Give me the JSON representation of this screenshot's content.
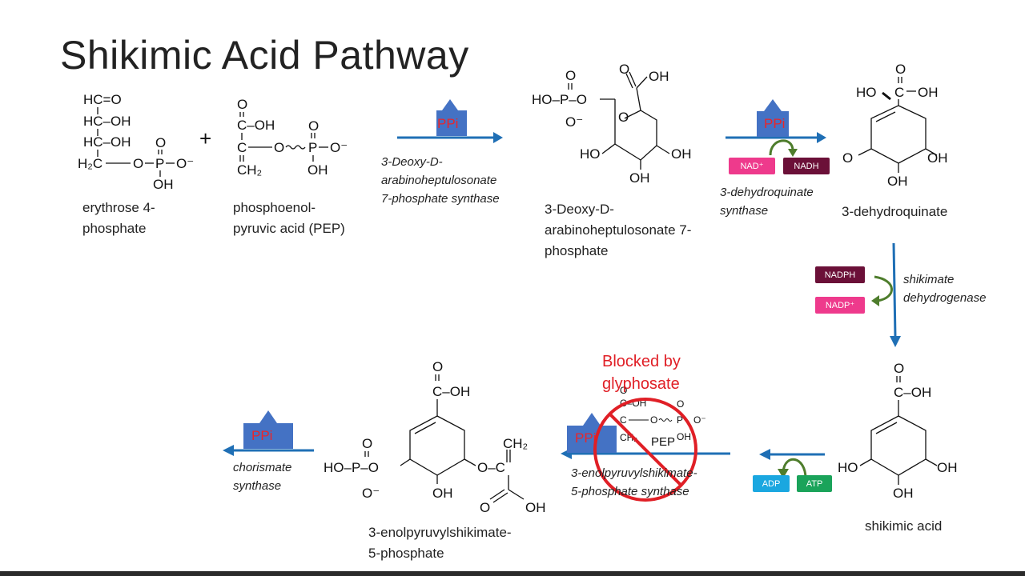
{
  "title": "Shikimic Acid Pathway",
  "plus": "+",
  "compounds": {
    "e4p": "erythrose 4-\nphosphate",
    "pep": "phosphoenol-\npyruvic acid (PEP)",
    "dahp": "3-Deoxy-D-\narabinoheptulosonate 7-\nphosphate",
    "dhq": "3-dehydroquinate",
    "shikimic": "shikimic acid",
    "epsp": "3-enolpyruvylshikimate-\n5-phosphate"
  },
  "enzymes": {
    "dahp_synthase": "3-Deoxy-D-\narabinoheptulosonate\n7-phosphate synthase",
    "dhq_synthase": "3-dehydroquinate\nsynthase",
    "sdh": "shikimate\ndehydrogenase",
    "epsp_synthase": "3-enolpyruvylshikimate-\n5-phosphate synthase",
    "chorismate_synthase": "chorismate\nsynthase"
  },
  "byproducts": {
    "ppi": "PPi",
    "pep_short": "PEP"
  },
  "cofactors": {
    "nad": "NAD⁺",
    "nadh": "NADH",
    "nadph": "NADPH",
    "nadp": "NADP⁺",
    "adp": "ADP",
    "atp": "ATP"
  },
  "blocked": "Blocked by\nglyphosate",
  "colors": {
    "arrow": "#1f6fb5",
    "ppi_box": "#4472c4",
    "ppi_text": "#e8262b",
    "pink": "#ee3a8c",
    "maroon": "#6b1038",
    "blue_tag": "#1aa7e0",
    "green_tag": "#1aa35a",
    "curve": "#4e7d2c",
    "block": "#e01f26"
  },
  "structures": {
    "e4p": [
      "HC=O",
      "HC–OH",
      "HC–OH",
      "H₂C",
      "O",
      "P",
      "O⁻",
      "O",
      "OH"
    ],
    "pep": [
      "O",
      "C–OH",
      "C",
      "O",
      "P",
      "O⁻",
      "O",
      "OH",
      "CH₂"
    ],
    "dahp": [
      "HO–P–O",
      "O",
      "O⁻",
      "O",
      "OH",
      "HO",
      "OH",
      "OH"
    ],
    "dhq": [
      "O",
      "OH",
      "HO",
      "O",
      "OH",
      "OH"
    ],
    "shikimic": [
      "O",
      "C–OH",
      "HO",
      "OH",
      "OH"
    ],
    "epsp": [
      "O",
      "C–OH",
      "HO–P–O",
      "O",
      "O⁻",
      "OH",
      "O–C",
      "CH₂",
      "O",
      "OH"
    ],
    "glyphosate": [
      "O",
      "C–OH",
      "C",
      "O",
      "P",
      "O⁻",
      "O",
      "OH",
      "CH₂"
    ]
  }
}
